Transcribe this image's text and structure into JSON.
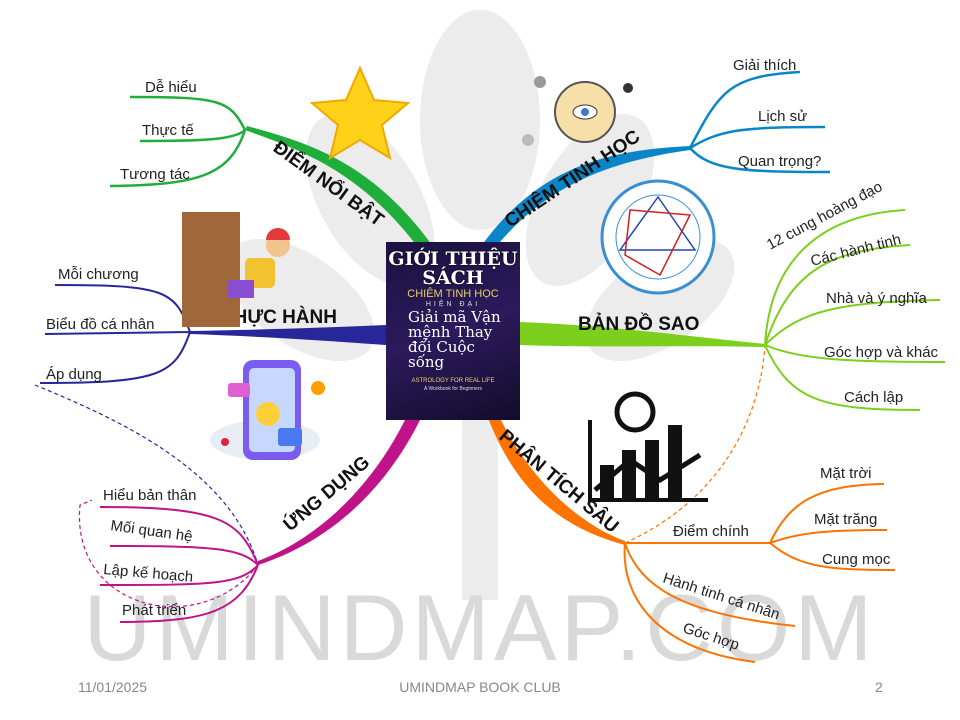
{
  "center": {
    "title": "GIỚI THIỆU SÁCH",
    "book_subtitle": "CHIÊM TINH HỌC",
    "book_subtitle2": "HIỆN ĐẠI",
    "book_cursive": "Giải mã Vận mệnh Thay đổi Cuộc sống",
    "book_en": "ASTROLOGY FOR REAL LIFE",
    "book_en2": "A Workbook for Beginners"
  },
  "branches": {
    "highlights": {
      "label": "ĐIỂM NỔI BẬT",
      "color": "#1fae3a",
      "items": [
        "Dễ hiểu",
        "Thực tế",
        "Tương tác"
      ]
    },
    "astrology": {
      "label": "CHIÊM TINH HỌC",
      "color": "#0a86c8",
      "items": [
        "Giải thích",
        "Lịch sử",
        "Quan trọng?"
      ]
    },
    "chart": {
      "label": "BẢN ĐỒ SAO",
      "color": "#7ccf1c",
      "items": [
        "12 cung hoàng đạo",
        "Các hành tinh",
        "Nhà và ý nghĩa",
        "Góc hợp và khác",
        "Cách lập"
      ]
    },
    "analysis": {
      "label": "PHÂN TÍCH SÂU",
      "color": "#ff7300",
      "key": "Điểm chính",
      "key_items": [
        "Mặt trời",
        "Mặt trăng",
        "Cung mọc"
      ],
      "items": [
        "Hành tinh cá nhân",
        "Góc hợp"
      ]
    },
    "application": {
      "label": "ỨNG DỤNG",
      "color": "#c0138a",
      "items": [
        "Hiểu bản thân",
        "Mối quan hệ",
        "Lập kế hoạch",
        "Phát triển"
      ]
    },
    "practice": {
      "label": "THỰC HÀNH",
      "color": "#27279a",
      "items": [
        "Mỗi chương",
        "Biểu đồ cá nhân",
        "Áp dụng"
      ]
    }
  },
  "watermark": "UMINDMAP.COM",
  "footer": {
    "date": "11/01/2025",
    "title": "UMINDMAP BOOK CLUB",
    "page": "2"
  }
}
